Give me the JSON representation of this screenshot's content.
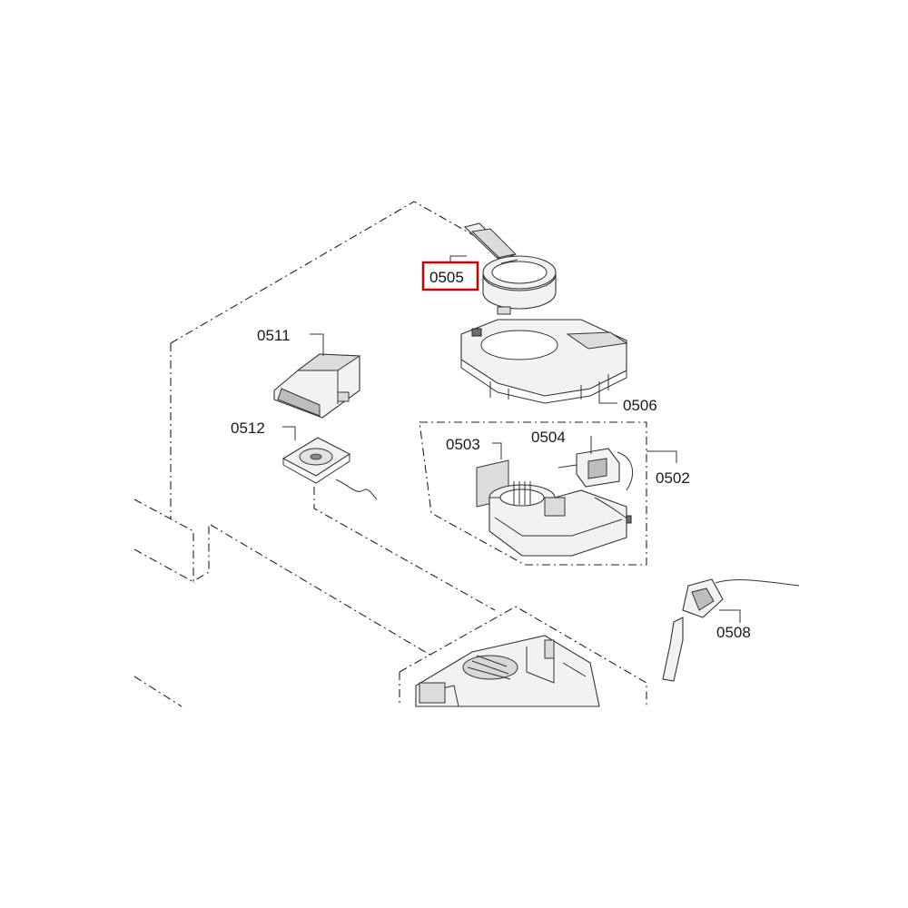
{
  "highlight_color": "#cc0000",
  "callouts": {
    "c0505": "0505",
    "c0506": "0506",
    "c0511": "0511",
    "c0512": "0512",
    "c0503": "0503",
    "c0504": "0504",
    "c0502": "0502",
    "c0508": "0508"
  }
}
